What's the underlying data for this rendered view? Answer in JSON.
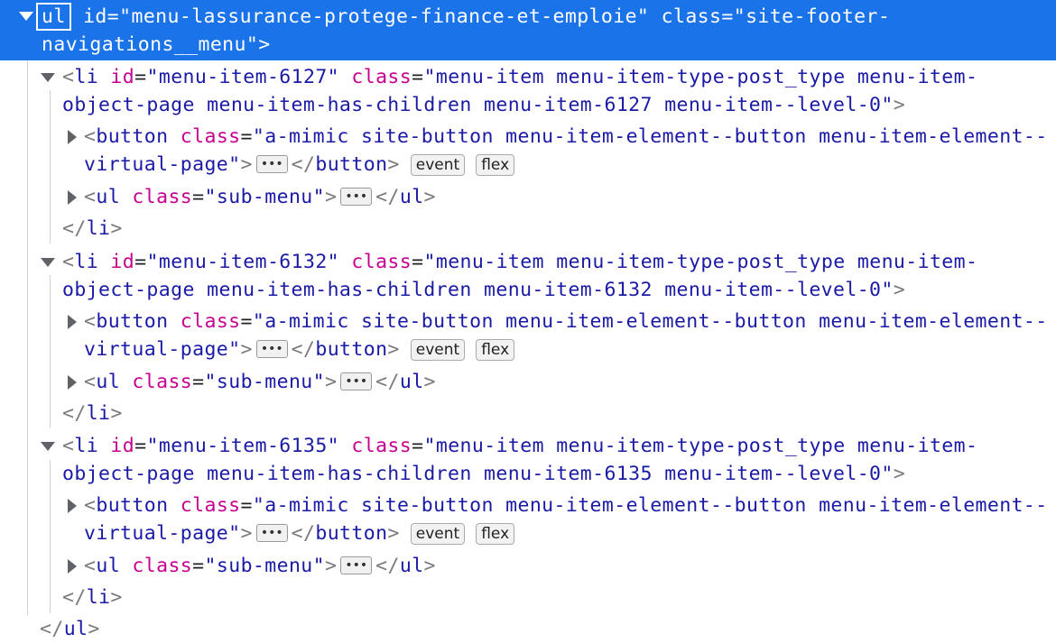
{
  "root": {
    "tag": "ul",
    "attr_id_name": "id",
    "attr_id_value": "menu-lassurance-protege-finance-et-emploie",
    "attr_class_name": "class",
    "attr_class_value_line1": "site-footer-",
    "attr_class_value_line2": "navigations__menu"
  },
  "items": [
    {
      "id_value": "menu-item-6127",
      "class_line1": "menu-item menu-item-type-post_type menu-item-",
      "class_line2": "object-page menu-item-has-children menu-item-6127 menu-item--level-0",
      "button_class_line1": "a-mimic site-button menu-item-element--button menu-item-element--",
      "button_class_line2": "virtual-page",
      "submenu_class": "sub-menu"
    },
    {
      "id_value": "menu-item-6132",
      "class_line1": "menu-item menu-item-type-post_type menu-item-",
      "class_line2": "object-page menu-item-has-children menu-item-6132 menu-item--level-0",
      "button_class_line1": "a-mimic site-button menu-item-element--button menu-item-element--",
      "button_class_line2": "virtual-page",
      "submenu_class": "sub-menu"
    },
    {
      "id_value": "menu-item-6135",
      "class_line1": "menu-item menu-item-type-post_type menu-item-",
      "class_line2": "object-page menu-item-has-children menu-item-6135 menu-item--level-0",
      "button_class_line1": "a-mimic site-button menu-item-element--button menu-item-element--",
      "button_class_line2": "virtual-page",
      "submenu_class": "sub-menu"
    }
  ],
  "labels": {
    "li": "li",
    "button": "button",
    "ul": "ul",
    "id": "id",
    "class": "class",
    "ellipsis": "•••",
    "badge_event": "event",
    "badge_flex": "flex"
  },
  "colors": {
    "selection": "#1a73e8",
    "tag_name": "#1a1aa6",
    "attr_name": "#c80090",
    "attr_value": "#1a1aa6"
  }
}
